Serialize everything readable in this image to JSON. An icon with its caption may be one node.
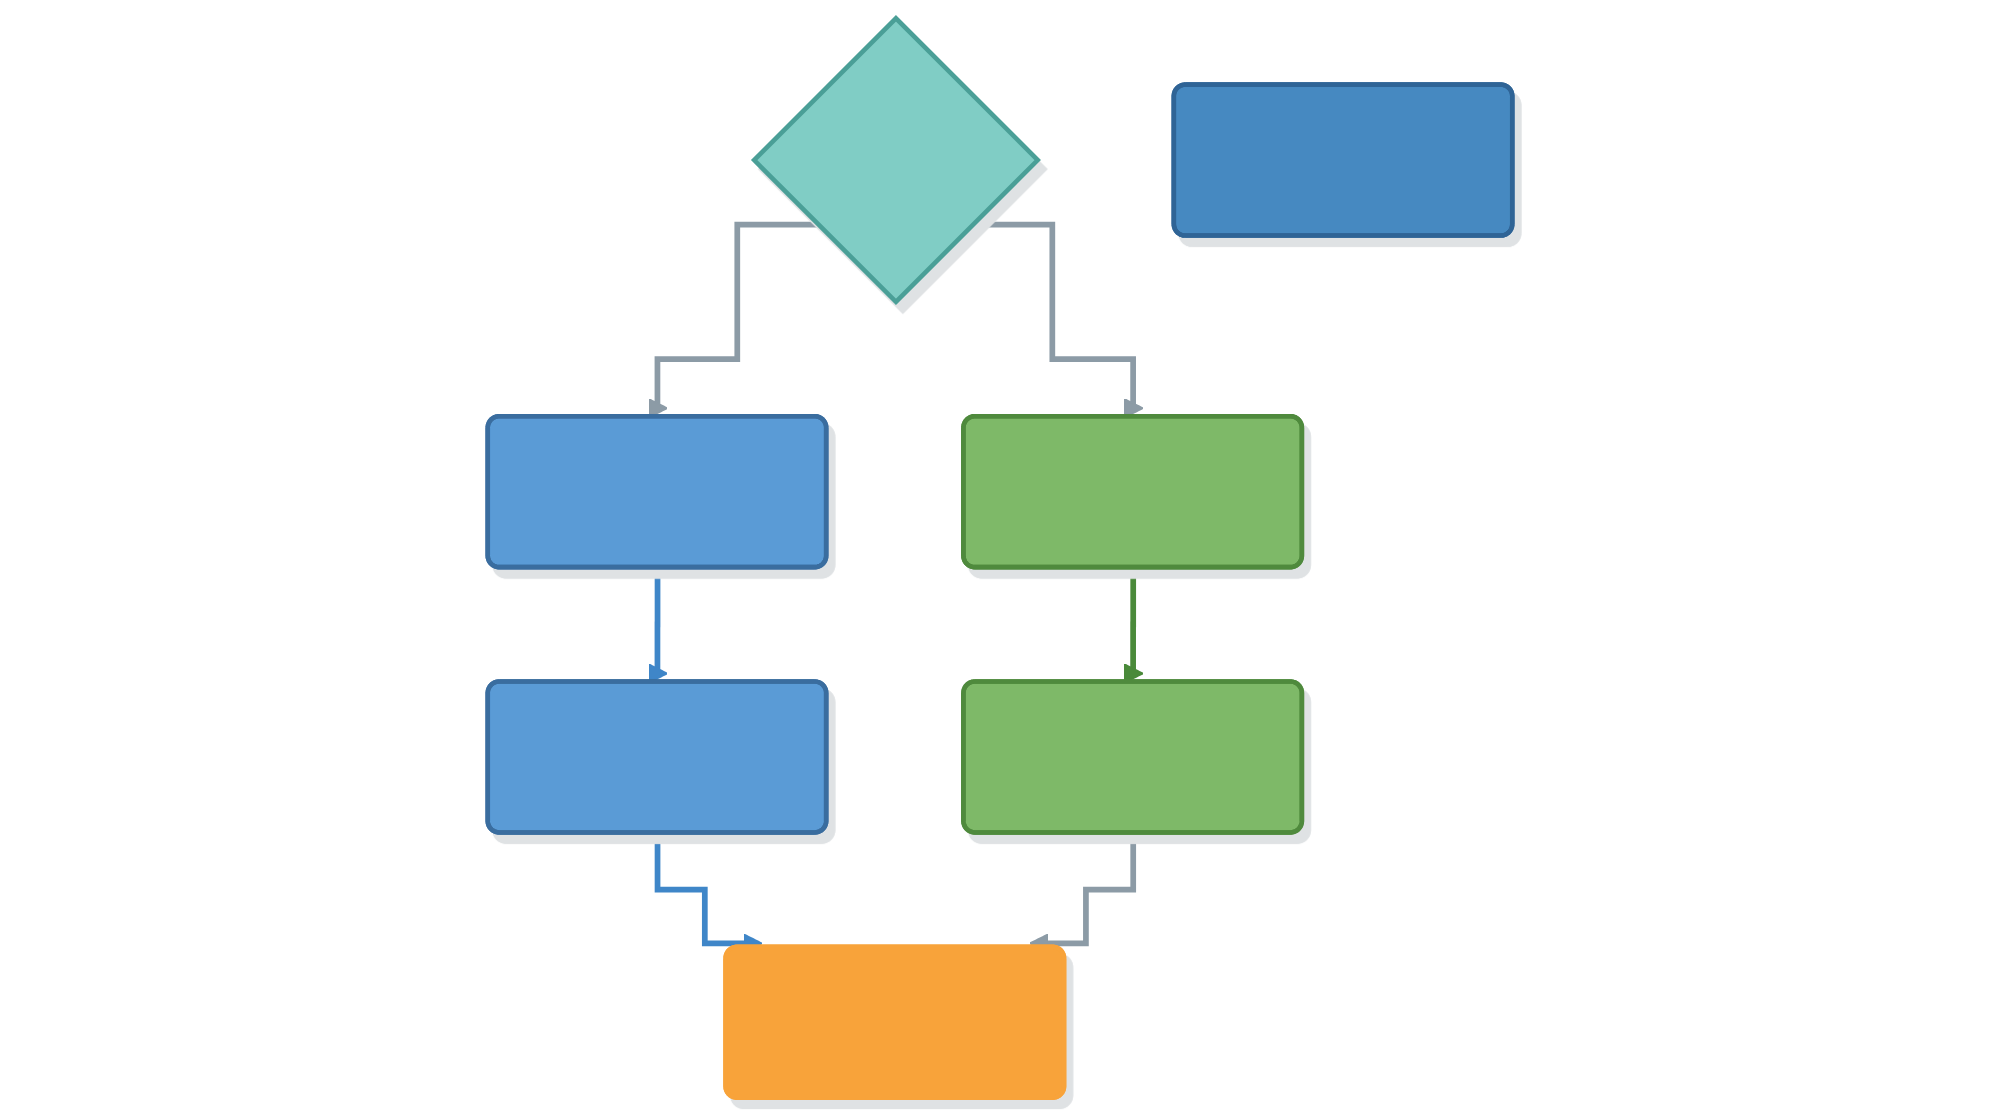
{
  "diagram": {
    "nodes": [
      {
        "text": [],
        "shape": "diamond"
      },
      {
        "text": [],
        "shape": "box"
      },
      {
        "text": [],
        "shape": "box"
      },
      {
        "text": [],
        "shape": "box"
      },
      {
        "text": [],
        "shape": "box"
      },
      {
        "text": [],
        "shape": "box"
      },
      {
        "text": [],
        "shape": "box"
      }
    ],
    "edges": [
      {
        "from": 0,
        "to": 1,
        "arrow": "to"
      },
      {
        "from": 0,
        "to": 2,
        "arrow": "to"
      },
      {
        "from": 1,
        "to": 3,
        "arrow": "to",
        "color": "#3f86c8"
      },
      {
        "from": 2,
        "to": 4,
        "arrow": "to",
        "color": "#4a8a3a"
      },
      {
        "from": 3,
        "to": 6,
        "arrow": "to",
        "color": "#3f86c8"
      },
      {
        "from": 4,
        "to": 6,
        "arrow": "to"
      }
    ]
  }
}
